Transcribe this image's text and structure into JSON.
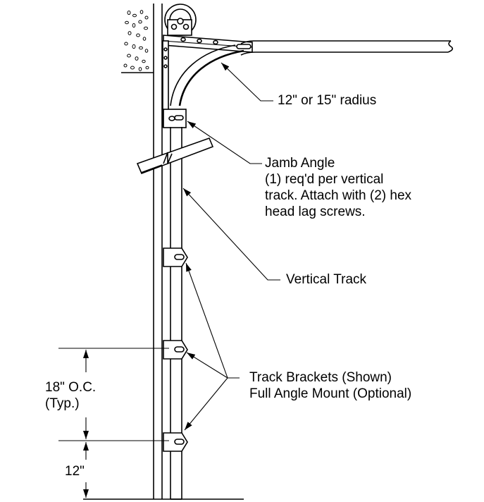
{
  "labels": {
    "radius": "12\" or 15\" radius",
    "jamb_title": "Jamb Angle",
    "jamb_line1": "(1) req'd per vertical",
    "jamb_line2": "track. Attach with (2) hex",
    "jamb_line3": "head lag screws.",
    "vertical_track": "Vertical Track",
    "brackets_line1": "Track Brackets (Shown)",
    "brackets_line2": "Full Angle Mount (Optional)",
    "spacing_line1": "18\"  O.C.",
    "spacing_line2": "(Typ.)",
    "bottom_dim": "12\""
  },
  "colors": {
    "ink": "#000000",
    "paper": "#ffffff"
  }
}
